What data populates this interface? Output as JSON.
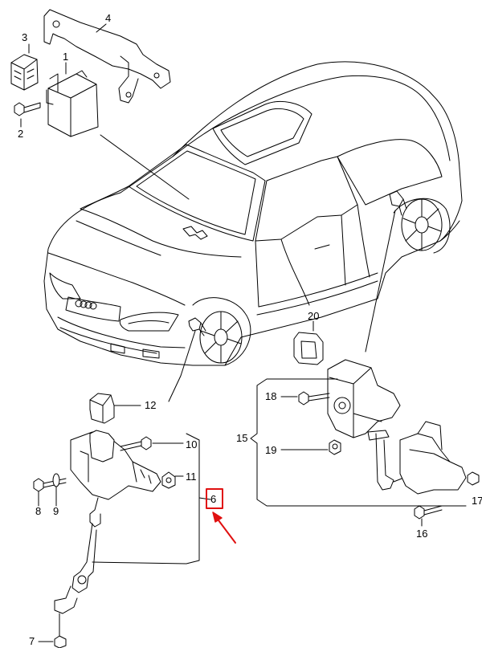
{
  "diagram": {
    "labels": {
      "p1": "1",
      "p2": "2",
      "p3": "3",
      "p4": "4",
      "p6": "6",
      "p7": "7",
      "p8": "8",
      "p9": "9",
      "p10": "10",
      "p11": "11",
      "p12": "12",
      "p15": "15",
      "p16": "16",
      "p17": "17",
      "p18": "18",
      "p19": "19",
      "p20": "20"
    },
    "highlight": {
      "part": "6",
      "box_color": "#e01010",
      "arrow_color": "#e01010"
    },
    "line_color": "#000000"
  }
}
